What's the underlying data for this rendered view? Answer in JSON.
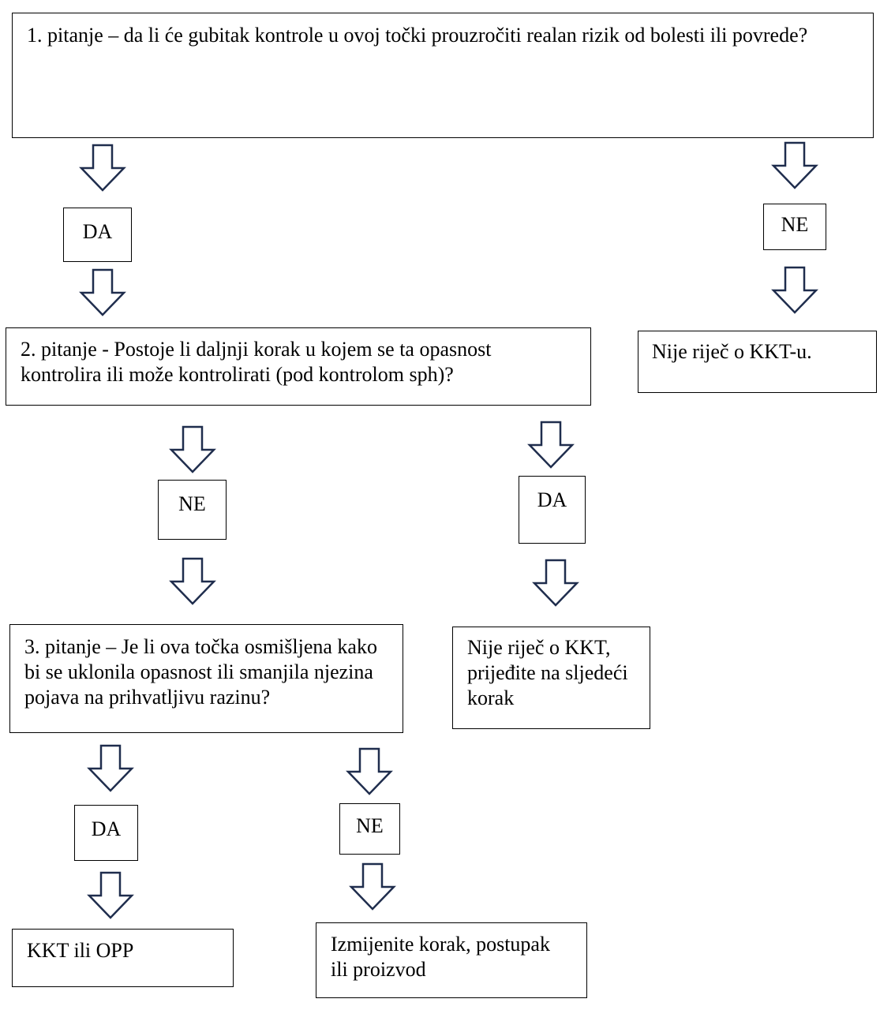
{
  "colors": {
    "box_border": "#000000",
    "arrow_stroke": "#1f2d4d",
    "background": "#ffffff"
  },
  "arrow_icon": "hollow-down-arrow",
  "question1": {
    "text": "1. pitanje – da li će gubitak kontrole u ovoj točki prouzročiti realan rizik od bolesti ili povrede?"
  },
  "q1_yes": {
    "label": "DA"
  },
  "q1_no": {
    "label": "NE"
  },
  "q1_no_result": {
    "text": "Nije riječ o KKT-u."
  },
  "question2": {
    "text": "2. pitanje - Postoje li daljnji korak u kojem se ta opasnost kontrolira ili može kontrolirati (pod kontrolom sph)?"
  },
  "q2_no": {
    "label": "NE"
  },
  "q2_yes": {
    "label": "DA"
  },
  "q2_yes_result": {
    "text": "Nije riječ o KKT, prijeđite na sljedeći korak"
  },
  "question3": {
    "text": "3. pitanje – Je li ova točka osmišljena kako bi se uklonila opasnost ili smanjila njezina pojava na prihvatljivu razinu?"
  },
  "q3_yes": {
    "label": "DA"
  },
  "q3_no": {
    "label": "NE"
  },
  "q3_yes_result": {
    "text": "KKT ili OPP"
  },
  "q3_no_result": {
    "text": "Izmijenite korak, postupak ili proizvod"
  }
}
